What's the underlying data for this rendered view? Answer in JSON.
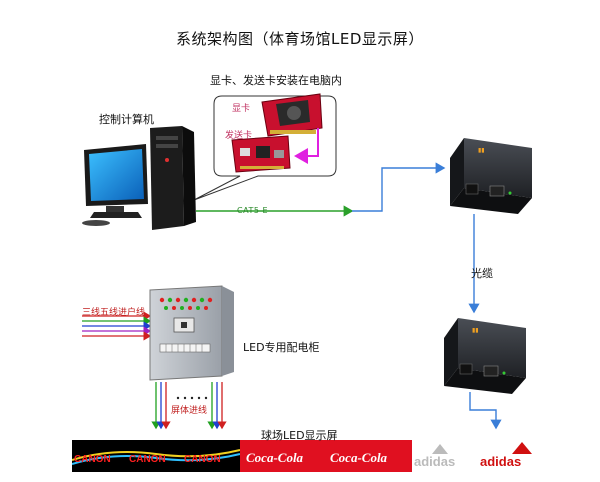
{
  "title": "系统架构图（体育场馆LED显示屏）",
  "labels": {
    "gpu_caption": "显卡、发送卡安装在电脑内",
    "control_pc": "控制计算机",
    "gpu": "显卡",
    "sender_card": "发送卡",
    "cat5e": "CAT5 E",
    "fiber": "光缆",
    "power_in": "三线五线进户线",
    "cabinet": "LED专用配电柜",
    "screen_in": "屏体进线",
    "field_screen": "球场LED显示屏"
  },
  "banner": {
    "canon": [
      "CANON",
      "CANON",
      "CANON"
    ],
    "cocacola": [
      "Coca-Cola",
      "Coca-Cola"
    ],
    "adidas": [
      "adidas",
      "adidas"
    ]
  },
  "colors": {
    "cat_line": "#2aa02a",
    "fiber_line": "#3a7ed8",
    "gpu_arrow": "#e020e0",
    "canon_red": "#d01010",
    "coca_red": "#e01020",
    "adidas_red": "#d01010"
  },
  "icons": [
    "computer-icon",
    "monitor-icon",
    "graphics-card-icon",
    "sender-card-icon",
    "media-converter-icon",
    "distribution-cabinet-icon",
    "led-banner-icon"
  ]
}
